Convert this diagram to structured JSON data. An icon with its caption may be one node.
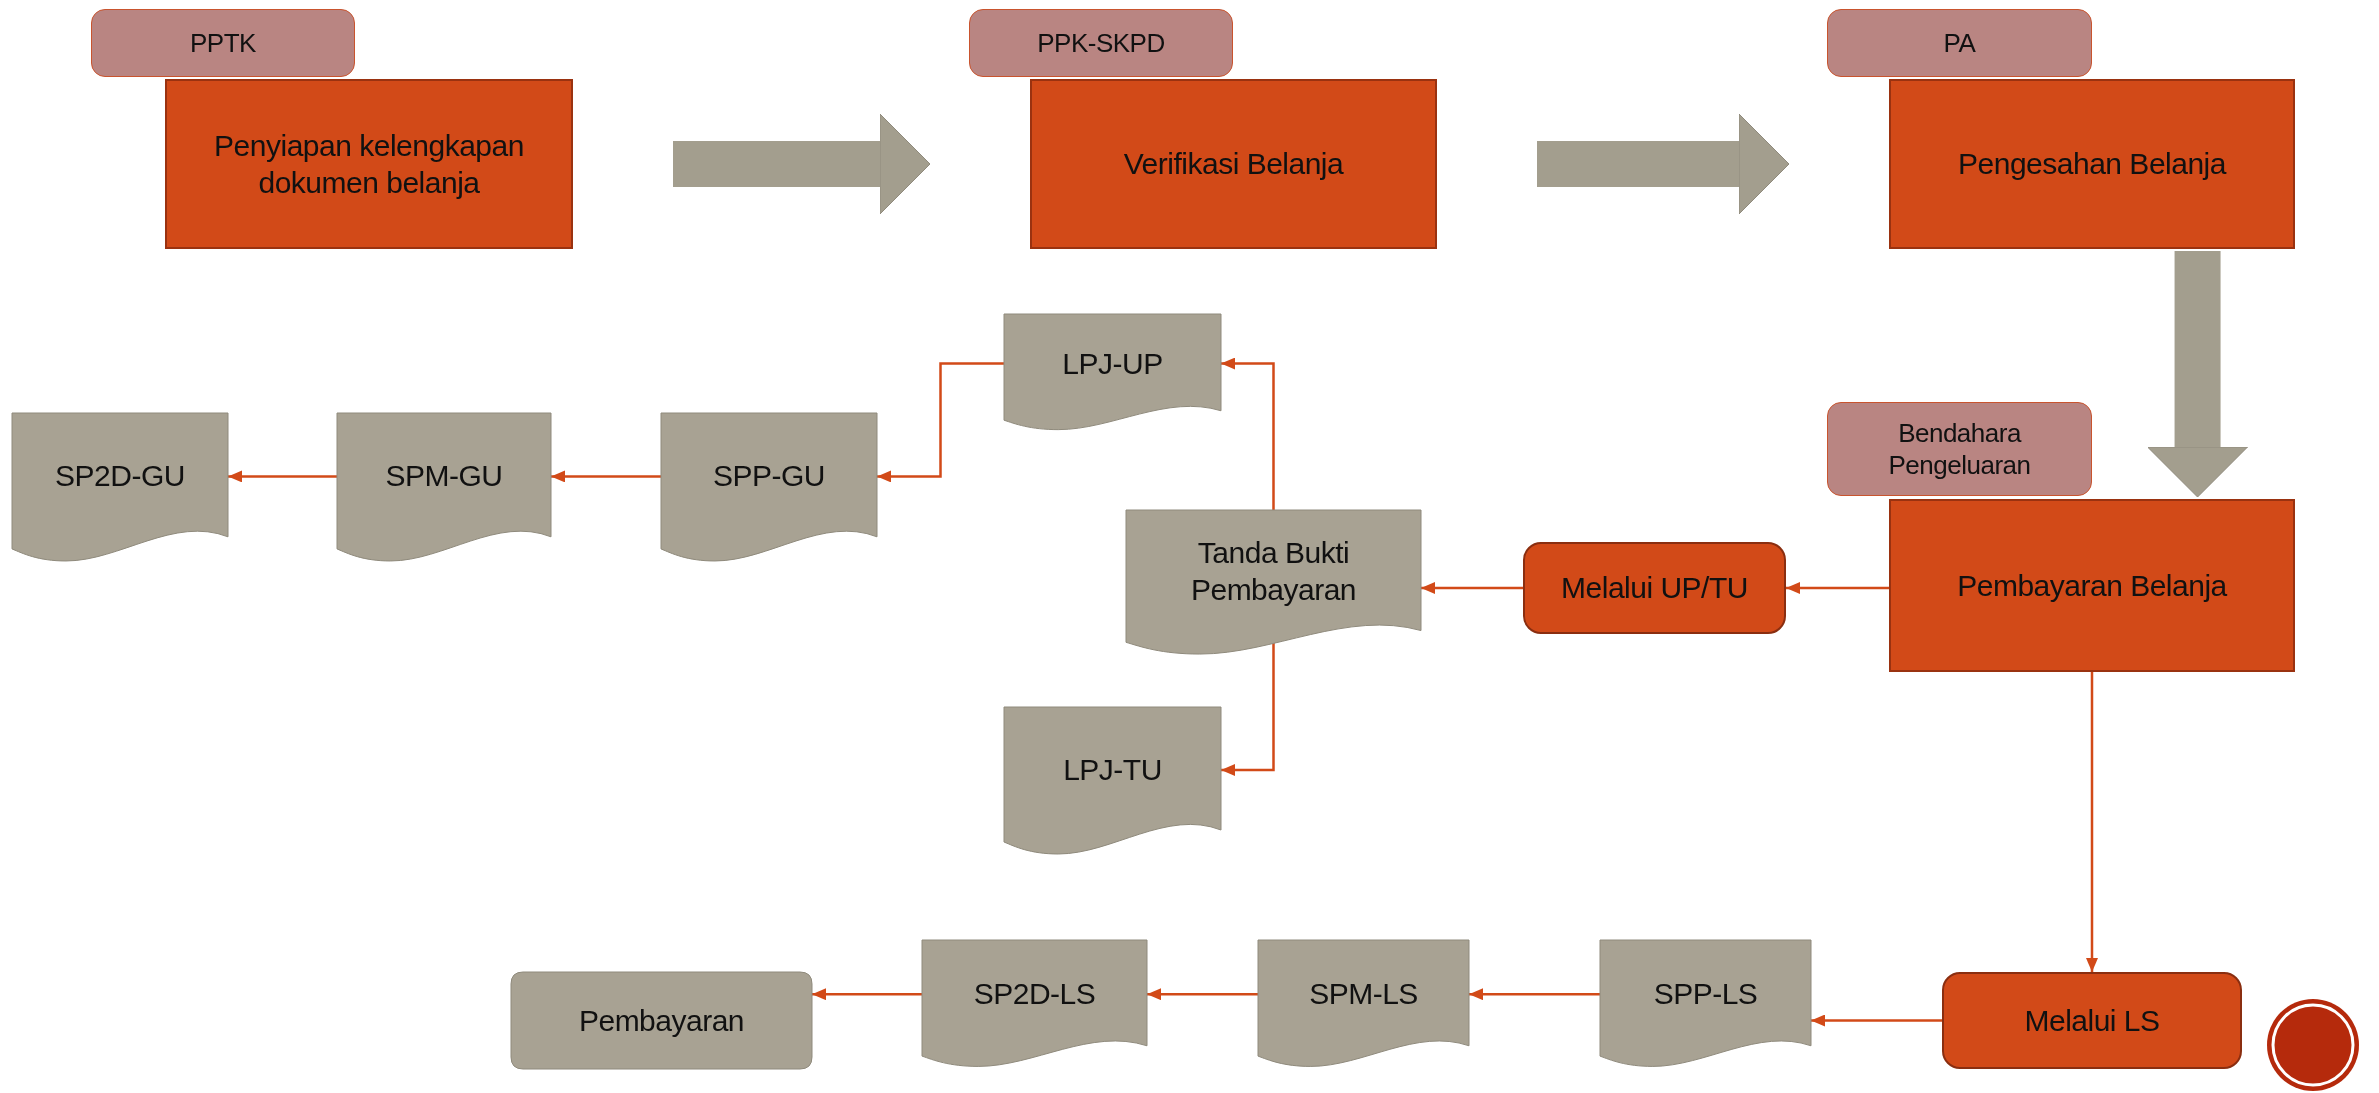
{
  "diagram": {
    "nodes": [
      {
        "text": [
          "PPTK"
        ]
      },
      {
        "text": [
          "Penyiapan kelengkapan dokumen belanja"
        ]
      },
      {
        "text": [
          "PPK-SKPD"
        ]
      },
      {
        "text": [
          "Verifikasi Belanja"
        ]
      },
      {
        "text": [
          "PA"
        ]
      },
      {
        "text": [
          "Pengesahan Belanja"
        ]
      },
      {
        "text": [
          "Bendahara Pengeluaran"
        ]
      },
      {
        "text": [
          "Pembayaran Belanja"
        ]
      },
      {
        "text": [
          "Melalui UP/TU"
        ]
      },
      {
        "text": [
          "Tanda Bukti Pembayaran"
        ]
      },
      {
        "text": [
          "LPJ-UP"
        ]
      },
      {
        "text": [
          "LPJ-TU"
        ]
      },
      {
        "text": [
          "SPP-GU"
        ]
      },
      {
        "text": [
          "SPM-GU"
        ]
      },
      {
        "text": [
          "SP2D-GU"
        ]
      },
      {
        "text": [
          "Melalui LS"
        ]
      },
      {
        "text": [
          "SPP-LS"
        ]
      },
      {
        "text": [
          "SPM-LS"
        ]
      },
      {
        "text": [
          "SP2D-LS"
        ]
      },
      {
        "text": [
          "Pembayaran"
        ]
      }
    ],
    "edges": [
      {
        "from": 1,
        "to": 3,
        "arrow": "to",
        "style": "thick",
        "color": "#a39e8e"
      },
      {
        "from": 3,
        "to": 5,
        "arrow": "to",
        "style": "thick",
        "color": "#a39e8e"
      },
      {
        "from": 5,
        "to": 7,
        "arrow": "to",
        "style": "thick",
        "color": "#a39e8e"
      },
      {
        "from": 7,
        "to": 8,
        "arrow": "to"
      },
      {
        "from": 8,
        "to": 9,
        "arrow": "to"
      },
      {
        "from": 9,
        "to": 10,
        "arrow": "to"
      },
      {
        "from": 9,
        "to": 11,
        "arrow": "to"
      },
      {
        "from": 10,
        "to": 12,
        "arrow": "to"
      },
      {
        "from": 12,
        "to": 13,
        "arrow": "to"
      },
      {
        "from": 13,
        "to": 14,
        "arrow": "to"
      },
      {
        "from": 7,
        "to": 15,
        "arrow": "to"
      },
      {
        "from": 15,
        "to": 16,
        "arrow": "to"
      },
      {
        "from": 16,
        "to": 17,
        "arrow": "to"
      },
      {
        "from": 17,
        "to": 18,
        "arrow": "to"
      },
      {
        "from": 18,
        "to": 19,
        "arrow": "to"
      }
    ]
  }
}
